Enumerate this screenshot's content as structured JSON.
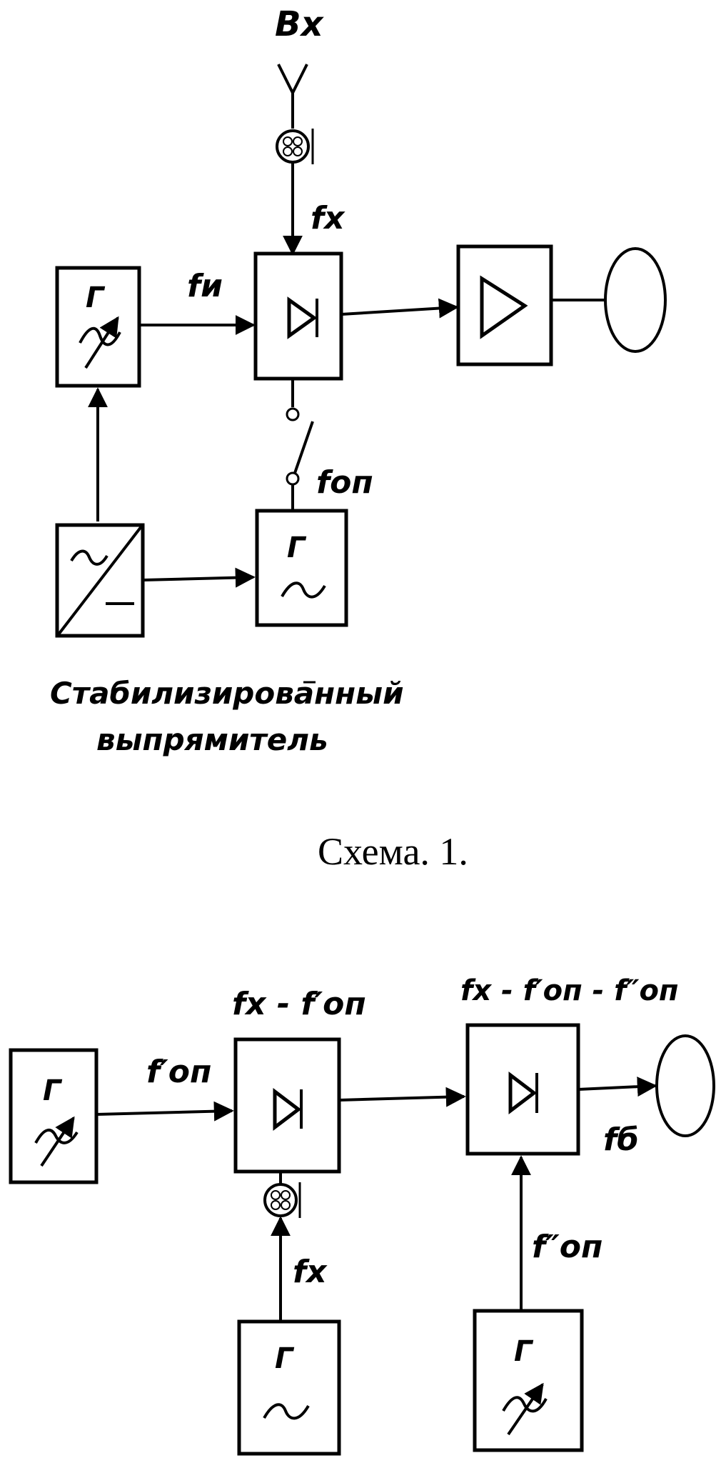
{
  "scheme1": {
    "antenna_label": "Вх",
    "label_fx": "fx",
    "label_fi": "fи",
    "label_fop": "fоп",
    "generator_letter": "Г",
    "rectifier_caption_line1": "Стабилизированный",
    "rectifier_caption_line2": "выпрямитель",
    "caption": "Схема. 1."
  },
  "scheme2": {
    "label_fop1": "f′оп",
    "label_mixer1_out": "fx - f′оп",
    "label_mixer2_out": "fx - f′оп - f″оп",
    "label_fx": "fx",
    "label_fb": "fб",
    "label_fop2": "f″оп",
    "generator_letter": "Г"
  },
  "icons": {
    "tunable": "tunable-generator-icon",
    "sine": "sine-wave-icon",
    "diode": "diode-icon",
    "amplifier": "amplifier-triangle-icon",
    "rectifier": "ac-dc-rectifier-icon",
    "antenna": "antenna-icon",
    "filter": "quartz-filter-icon",
    "switch": "switch-icon",
    "indicator": "indicator-circle-icon"
  }
}
